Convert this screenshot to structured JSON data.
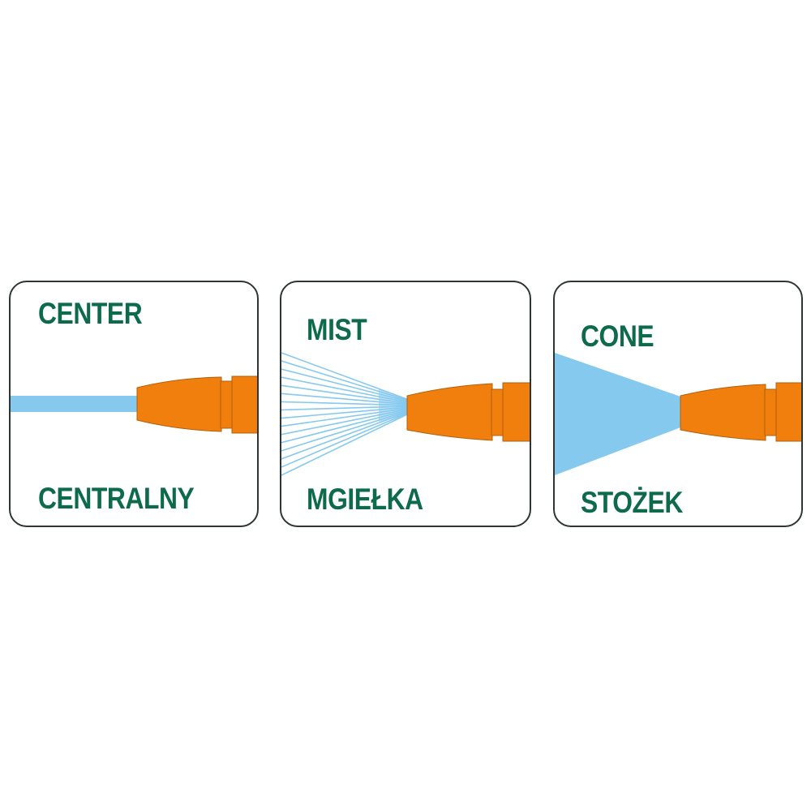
{
  "colors": {
    "text": "#0d6b4b",
    "water": "#86c9ef",
    "nozzle": "#f07f0e",
    "nozzle_edge": "#b35f0a",
    "border": "#2e3533"
  },
  "panels": [
    {
      "id": "center",
      "title": "CENTER",
      "subtitle": "CENTRALNY",
      "spray_icon": "straight-stream-icon"
    },
    {
      "id": "mist",
      "title": "MIST",
      "subtitle": "MGIEŁKA",
      "spray_icon": "mist-spray-icon",
      "mist_line_count": 16
    },
    {
      "id": "cone",
      "title": "CONE",
      "subtitle": "STOŻEK",
      "spray_icon": "cone-spray-icon"
    }
  ]
}
